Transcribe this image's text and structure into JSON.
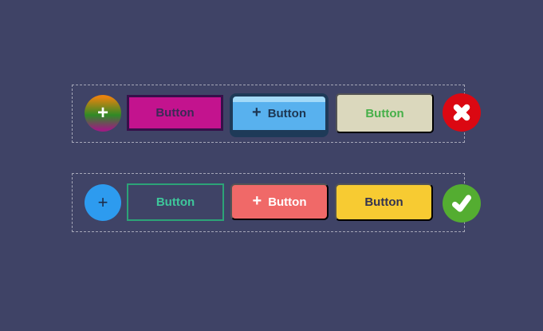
{
  "rows": [
    {
      "id": "inconsistent-buttons",
      "verdict": "reject",
      "buttons": [
        {
          "kind": "gradient-circle-icon-button",
          "label": "+"
        },
        {
          "kind": "flat-magenta-button",
          "label": "Button"
        },
        {
          "kind": "beveled-blue-button",
          "plus": "+",
          "label": "Button"
        },
        {
          "kind": "flat-beige-button",
          "label": "Button"
        }
      ]
    },
    {
      "id": "consistent-buttons",
      "verdict": "approve",
      "buttons": [
        {
          "kind": "blue-circle-icon-button",
          "label": "+"
        },
        {
          "kind": "outline-teal-button",
          "label": "Button"
        },
        {
          "kind": "flat-red-button",
          "plus": "+",
          "label": "Button"
        },
        {
          "kind": "flat-yellow-button",
          "label": "Button"
        }
      ]
    }
  ],
  "colors": {
    "background": "#3f4366",
    "dashed_outline": "#c6c7d2",
    "gradient_top": "#e8830e",
    "gradient_mid": "#2f8a26",
    "gradient_bottom": "#9c1e80",
    "magenta_fill": "#c3138e",
    "magenta_border": "#36104a",
    "magenta_text": "#3a2a56",
    "bevel_face": "#58b1ee",
    "bevel_highlight": "#a3daf8",
    "bevel_border": "#1e3a58",
    "bevel_text": "#1d3652",
    "beige_fill": "#dbd8bd",
    "beige_text": "#46b049",
    "cross_badge": "#db0812",
    "circle_blue": "#2d9bef",
    "circle_blue_plus": "#1e2c48",
    "outline_border": "#2ca377",
    "outline_text": "#3ec79b",
    "red_fill": "#f06968",
    "red_text": "#ffffff",
    "yellow_fill": "#f7cb32",
    "yellow_text": "#333350",
    "check_badge": "#54ad31"
  }
}
